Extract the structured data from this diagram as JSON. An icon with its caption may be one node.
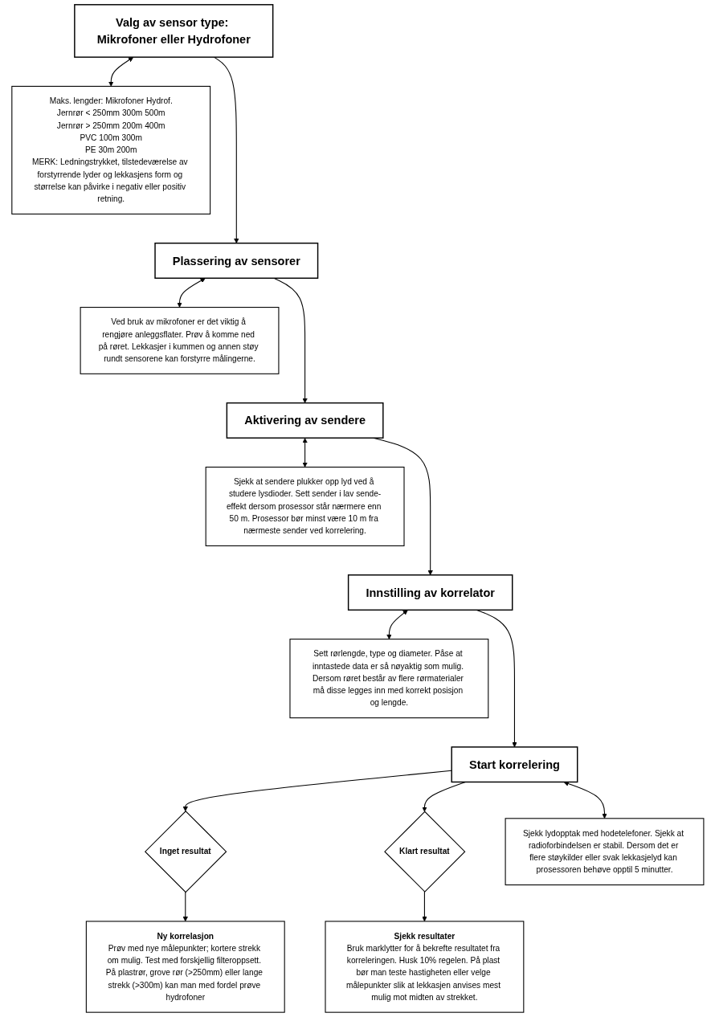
{
  "diagram": {
    "nodes": [
      {
        "text": [
          "Valg av sensor type: Mikrofoner eller Hydrofoner"
        ]
      },
      {
        "text": [
          "Maks. lengder: Mikrofoner Hydrof.",
          "Jernrør < 250mm 300m 500m",
          "Jernrør > 250mm 200m 400m",
          "PVC 100m 300m",
          "PE 30m 200m",
          "MERK: Ledningstrykket, tilstedeværelse av forstyrrende lyder og lekkasjens form og størrelse kan påvirke i negativ eller positiv retning."
        ]
      },
      {
        "text": [
          "Plassering av sensorer"
        ]
      },
      {
        "text": [
          "Ved bruk av mikrofoner er det viktig å rengjøre anleggsflater. Prøv å komme ned på røret. Lekkasjer i kummen og annen støy rundt sensorene kan forstyrre målingerne."
        ]
      },
      {
        "text": [
          "Aktivering av sendere"
        ]
      },
      {
        "text": [
          "Sjekk at sendere plukker opp lyd ved å studere lysdioder. Sett sender i lav sende-effekt dersom prosessor står nærmere enn 50 m. Prosessor bør minst være 10 m fra nærmeste sender ved korrelering."
        ]
      },
      {
        "text": [
          "Innstilling av korrelator"
        ]
      },
      {
        "text": [
          "Sett rørlengde, type og diameter. Påse at inntastede data er så nøyaktig som mulig. Dersom røret består av flere rørmaterialer må disse legges inn med korrekt posisjon og lengde."
        ]
      },
      {
        "text": [
          "Start korrelering"
        ]
      },
      {
        "text": [
          "Sjekk lydopptak med hodetelefoner. Sjekk at radioforbindelsen er stabil. Dersom det er flere støykilder eller svak lekkasjelyd kan prosessoren behøve opptil 5 minutter."
        ]
      },
      {
        "text": [
          "Inget resultat"
        ]
      },
      {
        "text": [
          "Klart resultat"
        ]
      },
      {
        "text": [
          "Ny korrelasjon",
          "Prøv med nye målepunkter; kortere strekk om mulig. Test med forskjellig filteroppsett. På plastrør, grove rør (>250mm) eller lange strekk (>300m) kan man med fordel prøve hydrofoner"
        ]
      },
      {
        "text": [
          "Sjekk resultater",
          "Bruk marklytter for å bekrefte resultatet fra korreleringen. Husk 10% regelen. På plast bør man teste hastigheten eller velge målepunkter slik at lekkasjen anvises mest mulig mot midten av strekket."
        ]
      }
    ],
    "edges": [
      {
        "from": 0,
        "to": 1,
        "arrow": "both"
      },
      {
        "from": 0,
        "to": 2,
        "arrow": "to"
      },
      {
        "from": 2,
        "to": 3,
        "arrow": "both"
      },
      {
        "from": 2,
        "to": 4,
        "arrow": "to"
      },
      {
        "from": 4,
        "to": 5,
        "arrow": "both"
      },
      {
        "from": 4,
        "to": 6,
        "arrow": "to"
      },
      {
        "from": 6,
        "to": 7,
        "arrow": "both"
      },
      {
        "from": 6,
        "to": 8,
        "arrow": "to"
      },
      {
        "from": 8,
        "to": 9,
        "arrow": "both"
      },
      {
        "from": 8,
        "to": 10,
        "arrow": "to"
      },
      {
        "from": 8,
        "to": 11,
        "arrow": "to"
      },
      {
        "from": 10,
        "to": 12,
        "arrow": "to"
      },
      {
        "from": 11,
        "to": 13,
        "arrow": "to"
      }
    ]
  }
}
